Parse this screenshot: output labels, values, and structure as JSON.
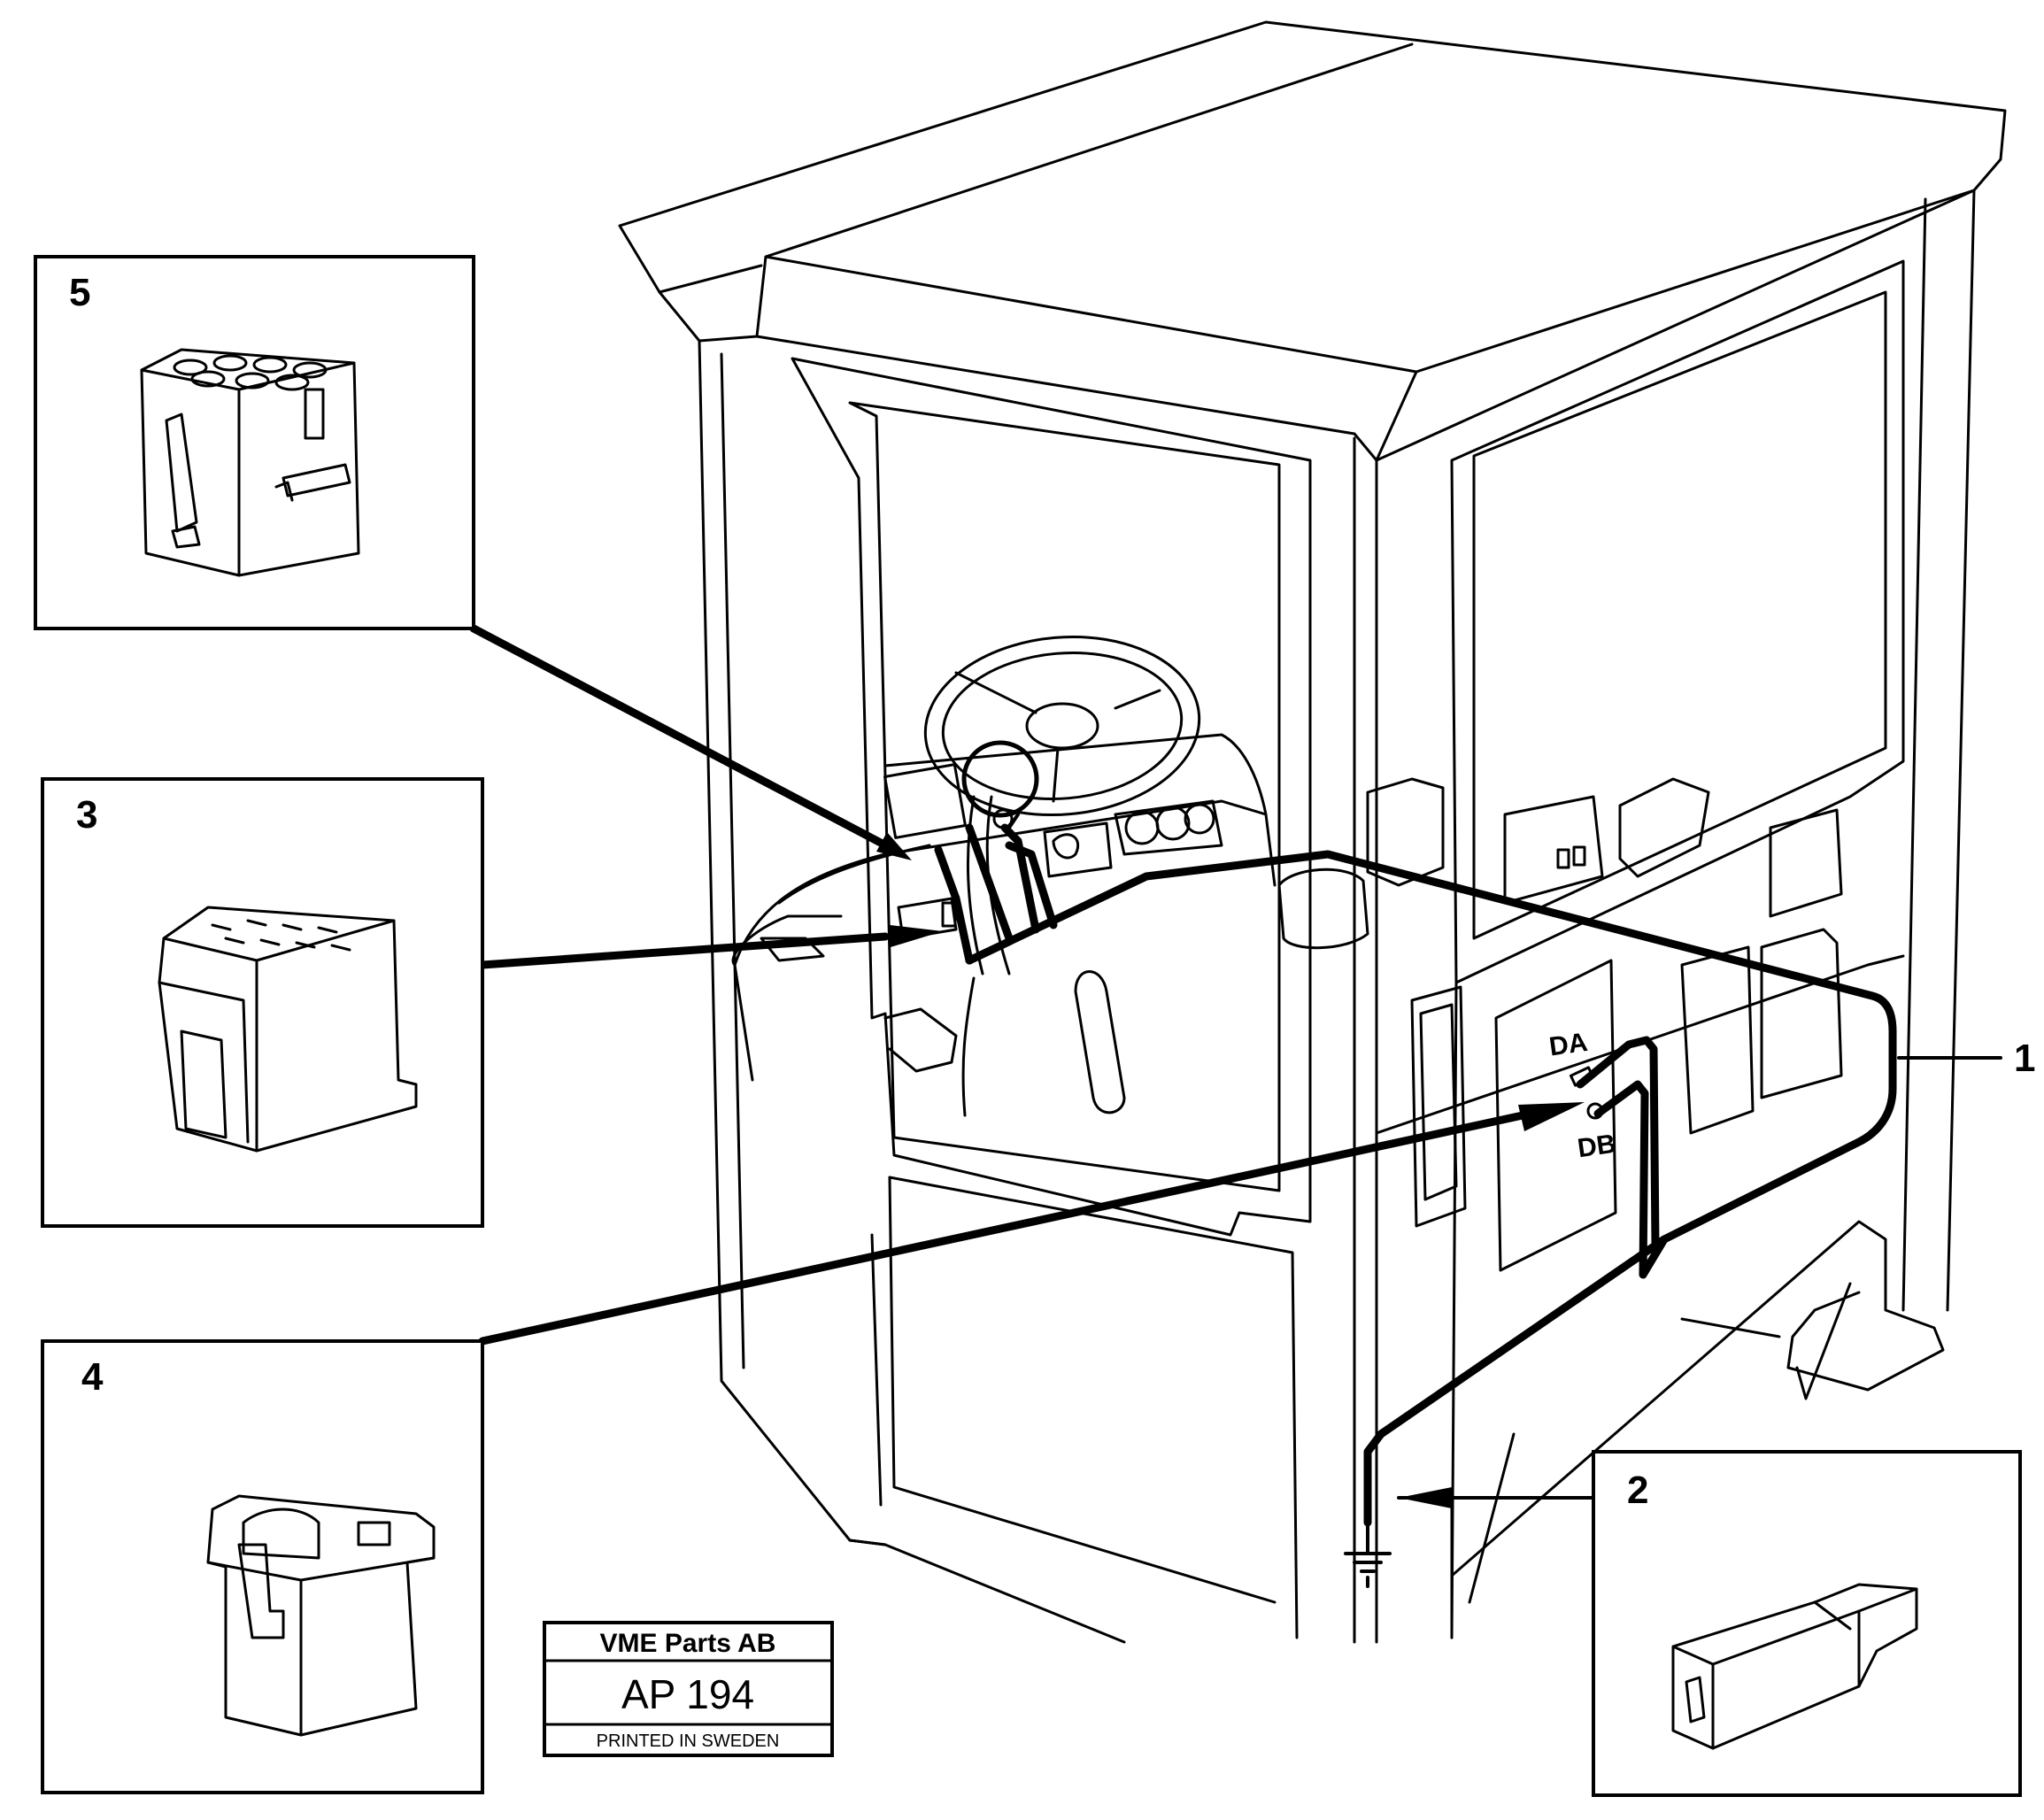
{
  "callouts": {
    "c1": "1",
    "c2": "2",
    "c3": "3",
    "c4": "4",
    "c5": "5"
  },
  "panel_labels": {
    "da": "DA",
    "db": "DB"
  },
  "stamp": {
    "company": "VME Parts AB",
    "code": "AP 194",
    "footer": "PRINTED IN SWEDEN"
  }
}
